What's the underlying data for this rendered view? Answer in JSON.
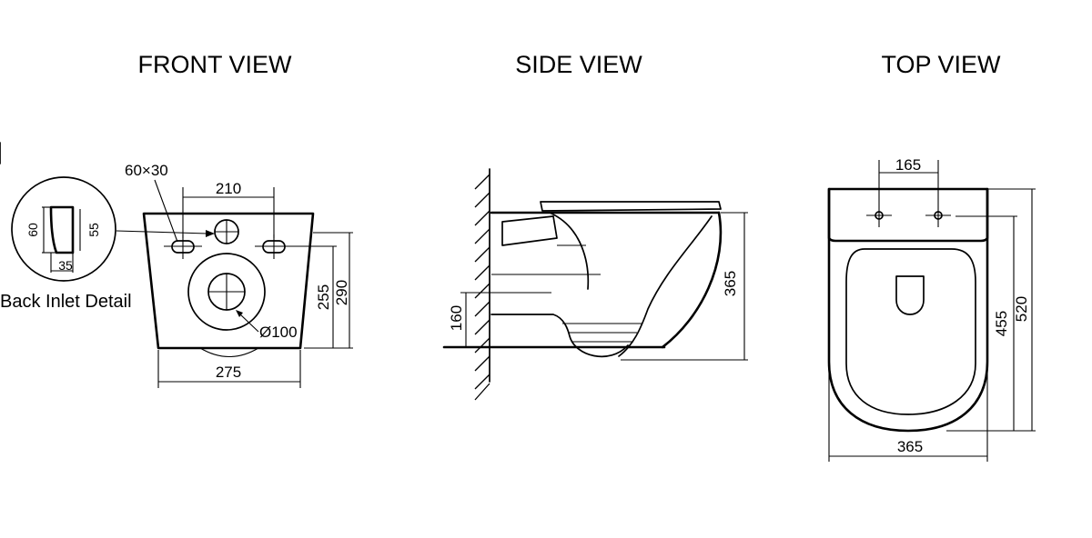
{
  "views": {
    "front": {
      "title": "FRONT VIEW",
      "dims": {
        "holes": "60×30",
        "spacing": "210",
        "inner_height": "255",
        "outer_height": "290",
        "width": "275",
        "outlet": "Ø100"
      }
    },
    "side": {
      "title": "SIDE VIEW",
      "dims": {
        "inlet_height": "160",
        "depth": "365"
      }
    },
    "top": {
      "title": "TOP VIEW",
      "dims": {
        "spacing": "165",
        "inner_length": "455",
        "outer_length": "520",
        "width": "365"
      }
    }
  },
  "detail": {
    "caption": "Back Inlet Detail",
    "dims": {
      "outer": "60",
      "inner": "55",
      "width": "35"
    }
  }
}
